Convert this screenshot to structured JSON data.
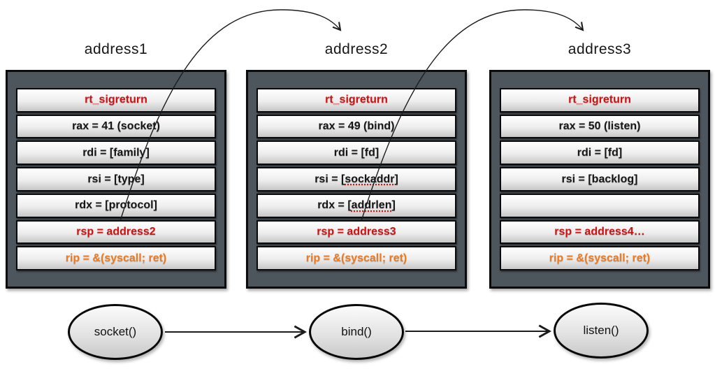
{
  "palette": {
    "red": "#d01212",
    "orange": "#ed7a21",
    "frame-bg": "#4d555d",
    "cell-top": "#ffffff",
    "cell-bottom": "#c7c7c7",
    "arrow": "#1c1c1c"
  },
  "frames": [
    {
      "title": "address1",
      "rows": [
        {
          "text": "rt_sigreturn"
        },
        {
          "text": "rax = 41 (socket)"
        },
        {
          "text": "rdi = [family]"
        },
        {
          "text": "rsi = [type]"
        },
        {
          "text": "rdx = [protocol]"
        },
        {
          "text": "rsp = address2"
        },
        {
          "text": "rip = &(syscall; ret)"
        }
      ]
    },
    {
      "title": "address2",
      "rows": [
        {
          "text": "rt_sigreturn"
        },
        {
          "text": "rax = 49 (bind)"
        },
        {
          "text": "rdi = [fd]"
        },
        {
          "pre": "rsi = [",
          "mark": "sockaddr",
          "post": "]"
        },
        {
          "pre": "rdx = [",
          "mark": "addrlen",
          "post": "]"
        },
        {
          "text": "rsp = address3"
        },
        {
          "text": "rip = &(syscall; ret)"
        }
      ]
    },
    {
      "title": "address3",
      "rows": [
        {
          "text": "rt_sigreturn"
        },
        {
          "text": "rax = 50 (listen)"
        },
        {
          "text": "rdi = [fd]"
        },
        {
          "text": "rsi = [backlog]"
        },
        {
          "text": ""
        },
        {
          "text": "rsp = address4…"
        },
        {
          "text": "rip = &(syscall; ret)"
        }
      ]
    }
  ],
  "syscall_nodes": [
    {
      "label": "socket()"
    },
    {
      "label": "bind()"
    },
    {
      "label": "listen()"
    }
  ]
}
